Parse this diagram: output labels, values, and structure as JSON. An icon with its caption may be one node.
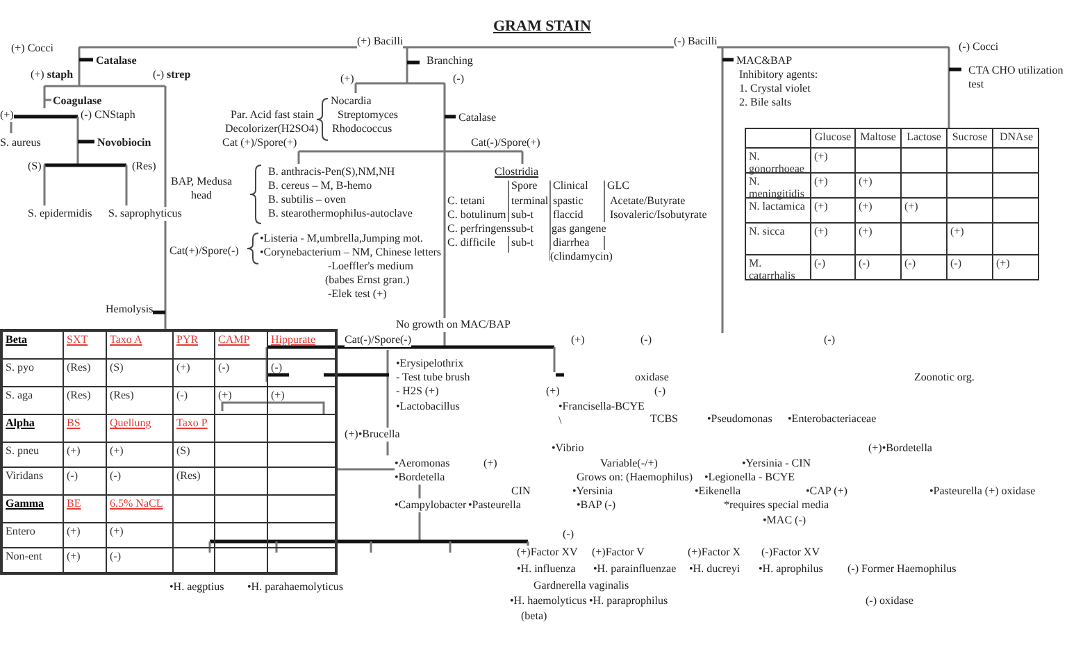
{
  "diagram": {
    "title": "GRAM STAIN",
    "labels": [
      "(+) Cocci",
      "Catalase",
      "(+) **staph**",
      "(-) **strep**",
      "Coagulase",
      "(+)",
      "(-) CNStaph",
      "S. aureus",
      "Novobiocin",
      "(S)",
      "(Res)",
      "S. epidermidis",
      "S. saprophyticus",
      "Hemolysis",
      "(+) Bacilli",
      "Branching",
      "(+)",
      "(-)",
      "Par. Acid fast stain",
      "Decolorizer(H2SO4)",
      "Nocardia",
      "Streptomyces",
      "Rhodococcus",
      "Catalase",
      "Cat (+)/Spore(+)",
      "Cat(-)/Spore(+)",
      "Clostridia",
      "BAP, Medusa head",
      "B. anthracis-Pen(S),NM,NH",
      "B. cereus – M, B-hemo",
      "B. subtilis – oven",
      "B. stearothermophilus-autoclave",
      "Spore",
      "Clinical",
      "GLC",
      "C. tetani",
      "terminal",
      "spastic",
      "Acetate/Butyrate",
      "C. botulinum",
      "sub-t",
      "flaccid",
      "Isovaleric/Isobutyrate",
      "C. perfringens",
      "sub-t",
      "gas gangene",
      "C. difficile",
      "sub-t",
      "diarrhea",
      "(clindamycin)",
      "•Listeria - M,umbrella,Jumping mot.",
      "Cat(+)/Spore(-)",
      "•Corynebacterium – NM, Chinese letters",
      "-Loeffler's medium",
      "(babes Ernst gran.)",
      "-Elek test (+)",
      "(-) Bacilli",
      "MAC&BAP",
      "Inhibitory agents:",
      "1. Crystal violet",
      "2. Bile salts",
      "(-) Cocci",
      "CTA CHO utilization test",
      "No growth on MAC/BAP",
      "Cat(-)/Spore(-)",
      "(+)",
      "(-)",
      "(-)",
      "•Erysipelothrix",
      "- Test tube brush",
      "- H2S (+)",
      "oxidase",
      "Zoonotic org.",
      "(+)",
      "(-)",
      "•Lactobacillus",
      "•Francisella-BCYE",
      "\\",
      "TCBS",
      "•Pseudomonas",
      "•Enterobacteriaceae",
      "(+)•Brucella",
      "•Vibrio",
      "(+)•Bordetella",
      "•Aeromonas",
      "(+)",
      "Variable(-/+)",
      "•Yersinia - CIN",
      "•Bordetella",
      "Grows on: (Haemophilus)",
      "•Legionella - BCYE",
      "CIN",
      "•Yersinia",
      "•Eikenella",
      "•CAP (+)",
      "•Pasteurella (+) oxidase",
      "•Campylobacter",
      "•Pasteurella",
      "•BAP (-)",
      "*requires special media",
      "•MAC (-)",
      "(-)",
      "(+)Factor XV",
      "(+)Factor V",
      "(+)Factor X",
      "(-)Factor XV",
      "•H. influenza",
      "•H. parainfluenzae",
      "•H. ducreyi",
      "•H. aprophilus",
      "(-) Former Haemophilus",
      "•H. aegptius",
      "•H. parahaemolyticus",
      "Gardnerella vaginalis",
      "•H. haemolyticus",
      "•H. paraprophilus",
      "(-) oxidase",
      "(beta)",
      "Beta",
      "SXT",
      "Taxo A",
      "PYR",
      "CAMP",
      "Hippurate",
      "S. pyo",
      "(Res)",
      "(S)",
      "(+)",
      "(-)",
      "(-)",
      "S. aga",
      "(Res)",
      "(Res)",
      "(-)",
      "(+)",
      "(+)",
      "Alpha",
      "BS",
      "Quellung",
      "Taxo P",
      "S. pneu",
      "(+)",
      "(+)",
      "(S)",
      "Viridans",
      "(-)",
      "(-)",
      "(Res)",
      "Gamma",
      "BE",
      "6.5% NaCL",
      "Entero",
      "(+)",
      "(+)",
      "Non-ent",
      "(+)",
      "(-)",
      "Glucose",
      "Maltose",
      "Lactose",
      "Sucrose",
      "DNAse",
      "N. gonorrhoeae",
      "(+)",
      "N. meningitidis",
      "(+)",
      "(+)",
      "N. lactamica",
      "(+)",
      "(+)",
      "(+)",
      "N. sicca",
      "(+)",
      "(+)",
      "(+)",
      "M. catarrhalis",
      "(-)",
      "(-)",
      "(-)",
      "(-)",
      "(+)"
    ]
  }
}
